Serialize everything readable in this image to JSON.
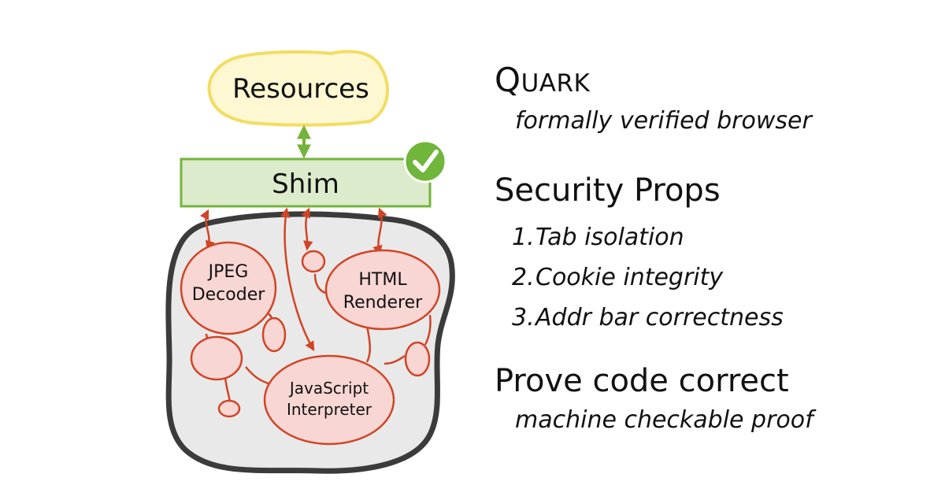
{
  "diagram": {
    "resources_label": "Resources",
    "shim_label": "Shim",
    "verified_badge_icon": "check-circle-icon",
    "components": {
      "jpeg_decoder": [
        "JPEG",
        "Decoder"
      ],
      "html_renderer": [
        "HTML",
        "Renderer"
      ],
      "javascript_interpreter": [
        "JavaScript",
        "Interpreter"
      ]
    },
    "colors": {
      "resources_fill": "#fdf7d2",
      "resources_stroke": "#f2dd62",
      "shim_fill": "#dcebcb",
      "shim_stroke": "#75b33c",
      "badge_green": "#6fb63a",
      "sandbox_fill": "#e9e9e9",
      "sandbox_stroke": "#3b3b3b",
      "component_fill": "#f8d6d3",
      "component_stroke": "#d04526",
      "arrow_red": "#d04526",
      "arrow_green": "#75b33c"
    }
  },
  "quark": {
    "title_first": "Q",
    "title_rest": "UARK",
    "subtitle": "formally verified browser"
  },
  "security": {
    "title": "Security Props",
    "items": [
      {
        "num": "1.",
        "text": "Tab isolation"
      },
      {
        "num": "2.",
        "text": "Cookie integrity"
      },
      {
        "num": "3.",
        "text": "Addr bar correctness"
      }
    ]
  },
  "prove": {
    "title": "Prove code correct",
    "subtitle": "machine checkable proof"
  }
}
